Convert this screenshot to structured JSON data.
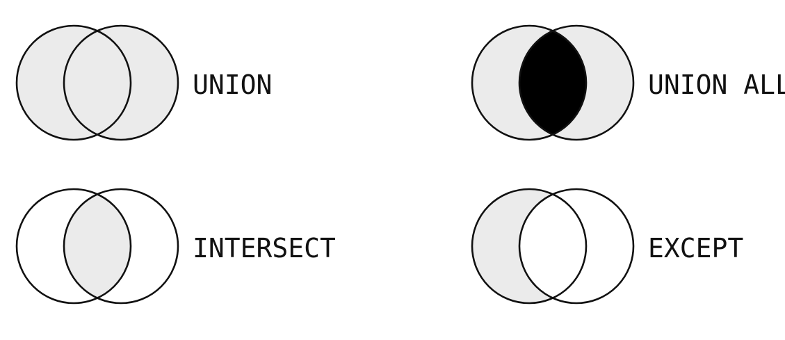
{
  "colors": {
    "background": "#ffffff",
    "outline": "#111111",
    "light_fill": "#ebebeb",
    "dark_fill": "#000000"
  },
  "diagrams": [
    {
      "label": "UNION",
      "left_fill": "light_fill",
      "overlap_fill": "light_fill",
      "right_fill": "light_fill"
    },
    {
      "label": "UNION ALL",
      "left_fill": "light_fill",
      "overlap_fill": "dark_fill",
      "right_fill": "light_fill"
    },
    {
      "label": "INTERSECT",
      "left_fill": "background",
      "overlap_fill": "light_fill",
      "right_fill": "background"
    },
    {
      "label": "EXCEPT",
      "left_fill": "light_fill",
      "overlap_fill": "background",
      "right_fill": "background"
    }
  ]
}
